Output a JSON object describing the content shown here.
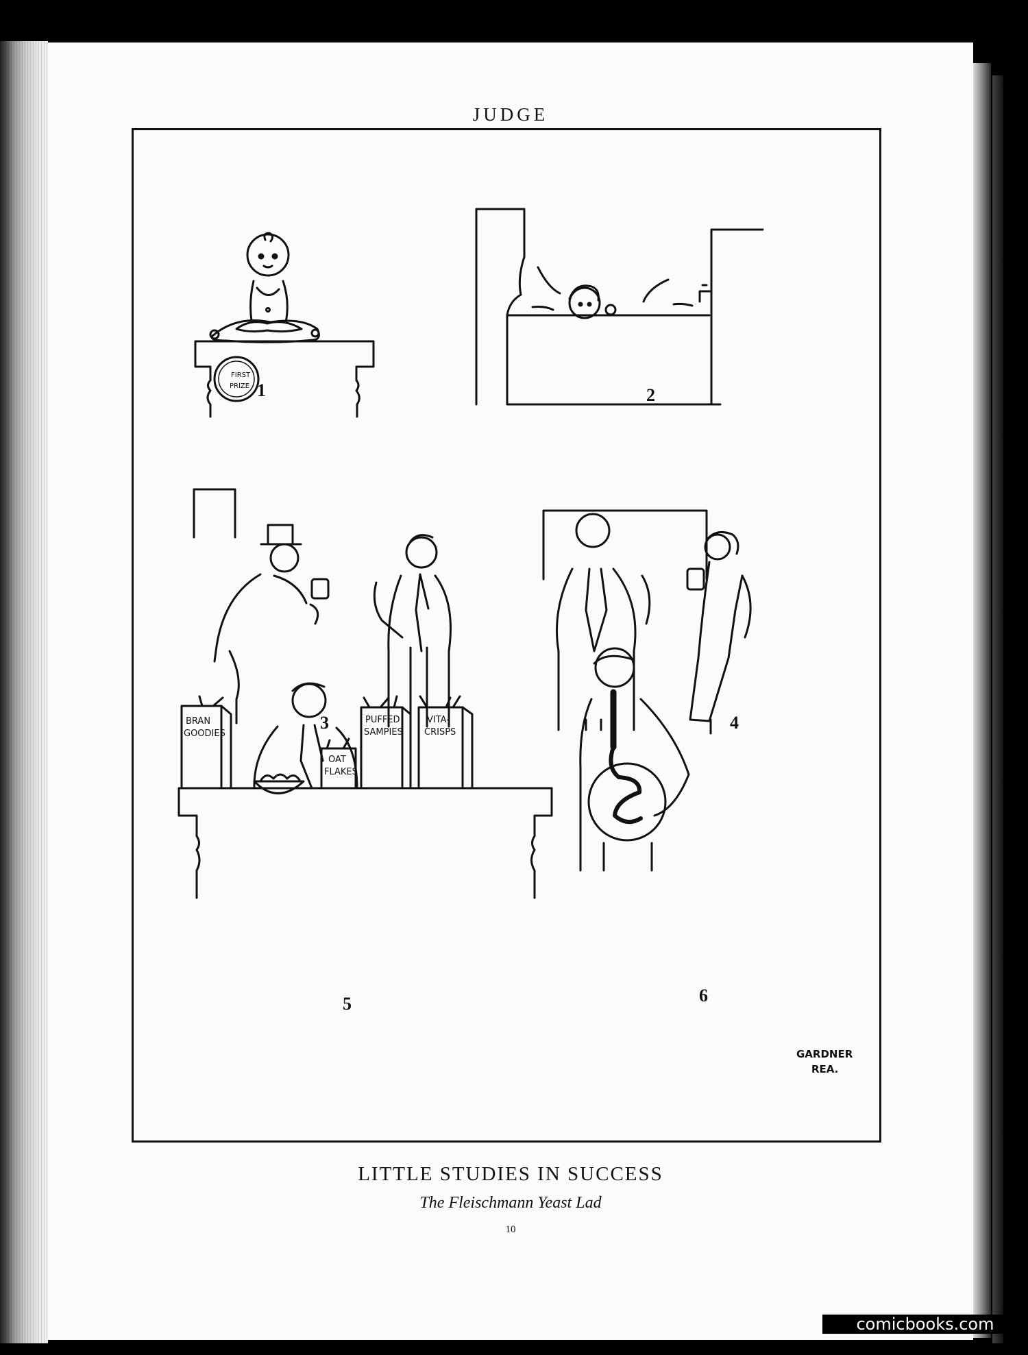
{
  "page": {
    "header": "JUDGE",
    "caption_title": "LITTLE STUDIES IN SUCCESS",
    "caption_subtitle": "The Fleischmann Yeast Lad",
    "page_number": "10"
  },
  "panels": [
    {
      "number": "1",
      "badge_line1": "FIRST",
      "badge_line2": "PRIZE"
    },
    {
      "number": "2"
    },
    {
      "number": "3"
    },
    {
      "number": "4"
    },
    {
      "number": "5",
      "boxes": [
        {
          "line1": "BRAN",
          "line2": "GOODIES"
        },
        {
          "line1": "OAT",
          "line2": "FLAKES"
        },
        {
          "line1": "PUFFED",
          "line2": "SAMPIES"
        },
        {
          "line1": "VITA-",
          "line2": "CRISPS"
        }
      ]
    },
    {
      "number": "6"
    }
  ],
  "signature": {
    "line1": "GARDNER",
    "line2": "REA."
  },
  "watermark": "comicbooks.com"
}
